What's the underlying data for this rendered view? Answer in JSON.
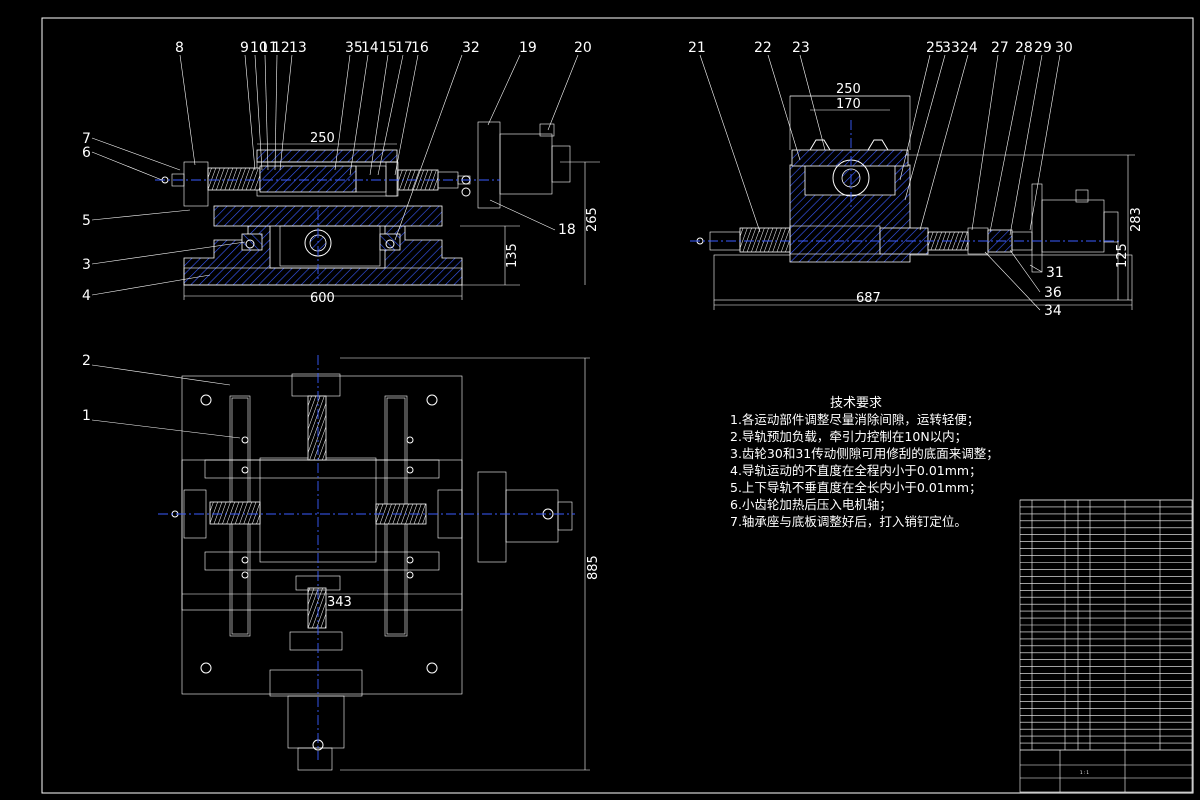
{
  "part_labels": {
    "front": [
      "8",
      "9",
      "10",
      "11",
      "12",
      "13",
      "35",
      "14",
      "15",
      "17",
      "16",
      "32",
      "19",
      "20"
    ],
    "front_left": [
      "7",
      "6",
      "5",
      "3",
      "4"
    ],
    "front_right": [
      "18"
    ],
    "side_top": [
      "21",
      "22",
      "23",
      "25",
      "33",
      "24",
      "27",
      "28",
      "29",
      "30"
    ],
    "side_right": [
      "31",
      "36",
      "34"
    ],
    "plan_left": [
      "2",
      "1"
    ]
  },
  "dimensions": {
    "front_width": "250",
    "front_base_length": "600",
    "front_height_135": "135",
    "front_height_265": "265",
    "side_outer_250": "250",
    "side_inner_170": "170",
    "side_height_283": "283",
    "side_height_125": "125",
    "side_base_length": "687",
    "plan_height_885": "885",
    "plan_width_343": "343"
  },
  "tech_requirements": {
    "title": "技术要求",
    "items": [
      "1.各运动部件调整尽量消除间隙，运转轻便；",
      "2.导轨预加负载，牵引力控制在10N以内；",
      "3.齿轮30和31传动侧隙可用修刮的底面来调整；",
      "4.导轨运动的不直度在全程内小于0.01mm；",
      "5.上下导轨不垂直度在全长内小于0.01mm；",
      "6.小齿轮加热后压入电机轴；",
      "7.轴承座与底板调整好后，打入销钉定位。"
    ]
  },
  "title_block": {
    "scale": "1 : 1"
  },
  "colors": {
    "background": "#000000",
    "lines": "#ffffff",
    "centerlines": "#3a5cff",
    "hatch": "#3a5cff"
  }
}
